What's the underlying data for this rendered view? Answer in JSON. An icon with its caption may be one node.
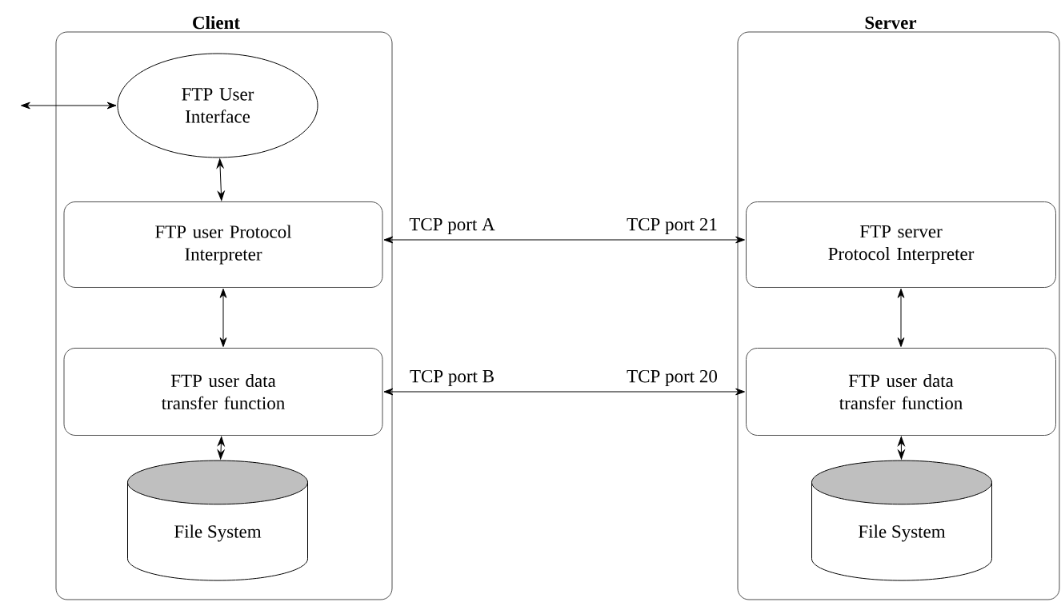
{
  "diagram": {
    "nodes": [
      {
        "text": [
          "Client"
        ]
      },
      {
        "text": [
          "FTP User Interface"
        ],
        "in": 0
      },
      {
        "text": [
          "FTP user Protocol Interpreter"
        ],
        "in": 0
      },
      {
        "text": [
          "FTP user data transfer function"
        ],
        "in": 0
      },
      {
        "text": [
          "File System"
        ],
        "in": 0
      },
      {
        "text": [
          "Server"
        ]
      },
      {
        "text": [
          "FTP server Protocol Interpreter"
        ],
        "in": 5
      },
      {
        "text": [
          "FTP user data transfer function"
        ],
        "in": 5
      },
      {
        "text": [
          "File System"
        ],
        "in": 5
      }
    ],
    "edges": [
      {
        "from": null,
        "to": 1,
        "arrow": "both"
      },
      {
        "from": 1,
        "to": 2,
        "arrow": "both"
      },
      {
        "from": 2,
        "to": 3,
        "arrow": "both"
      },
      {
        "from": 3,
        "to": 4,
        "arrow": "both"
      },
      {
        "from": 2,
        "to": 6,
        "arrow": "both"
      },
      {
        "from": 3,
        "to": 7,
        "arrow": "both"
      },
      {
        "from": 6,
        "to": 7,
        "arrow": "both"
      },
      {
        "from": 7,
        "to": 8,
        "arrow": "both"
      }
    ],
    "labels": [
      "TCP port A",
      "TCP port 21",
      "TCP port B",
      "TCP port 20"
    ]
  }
}
